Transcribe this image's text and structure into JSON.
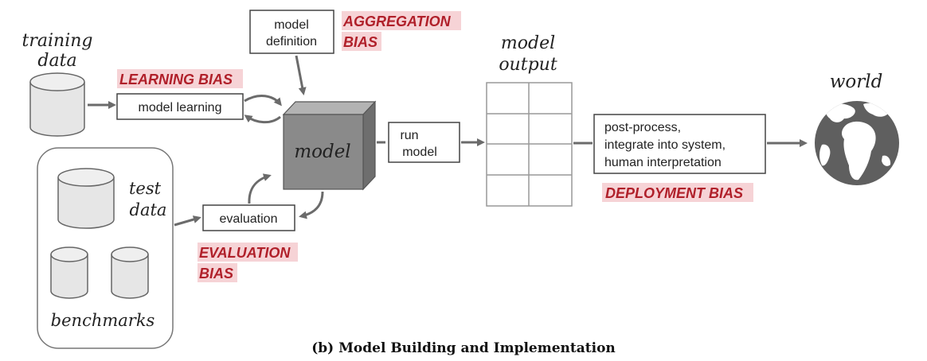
{
  "labels": {
    "training_data_line1": "training",
    "training_data_line2": "data",
    "model_output_line1": "model",
    "model_output_line2": "output",
    "world": "world",
    "model": "model",
    "test_data_line1": "test",
    "test_data_line2": "data",
    "benchmarks": "benchmarks"
  },
  "boxes": {
    "model_definition_line1": "model",
    "model_definition_line2": "definition",
    "model_learning": "model learning",
    "run_model_line1": "run",
    "run_model_line2": "model",
    "evaluation": "evaluation",
    "post_process_line1": "post-process,",
    "post_process_line2": "integrate into system,",
    "post_process_line3": "human interpretation"
  },
  "bias_labels": {
    "aggregation_line1": "AGGREGATION",
    "aggregation_line2": "BIAS",
    "learning": "LEARNING BIAS",
    "evaluation_line1": "EVALUATION",
    "evaluation_line2": "BIAS",
    "deployment": "DEPLOYMENT BIAS"
  },
  "caption": "(b) Model Building and Implementation",
  "colors": {
    "bias_text": "#b0202a",
    "bias_highlight": "#f6d3d6",
    "model_cube": "#8a8a8a",
    "cylinder_fill": "#e6e6e6",
    "arrow": "#6b6b6b"
  }
}
